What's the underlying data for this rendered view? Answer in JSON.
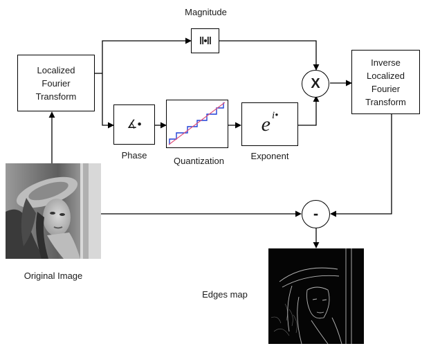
{
  "blocks": {
    "lft": "Localized\nFourier\nTransform",
    "ilft": "Inverse\nLocalized\nFourier\nTransform",
    "magnitude_symbol": "‖•‖",
    "phase_symbol": "∡•",
    "exponent_base": "e",
    "exponent_power": "i•",
    "multiply_symbol": "X",
    "subtract_symbol": "-"
  },
  "labels": {
    "magnitude": "Magnitude",
    "phase": "Phase",
    "quantization": "Quantization",
    "exponent": "Exponent",
    "original_image": "Original Image",
    "edges_map": "Edges map"
  },
  "colors": {
    "line": "#000000",
    "staircase": "#1f3fd6",
    "diagonal": "#e0507a"
  }
}
